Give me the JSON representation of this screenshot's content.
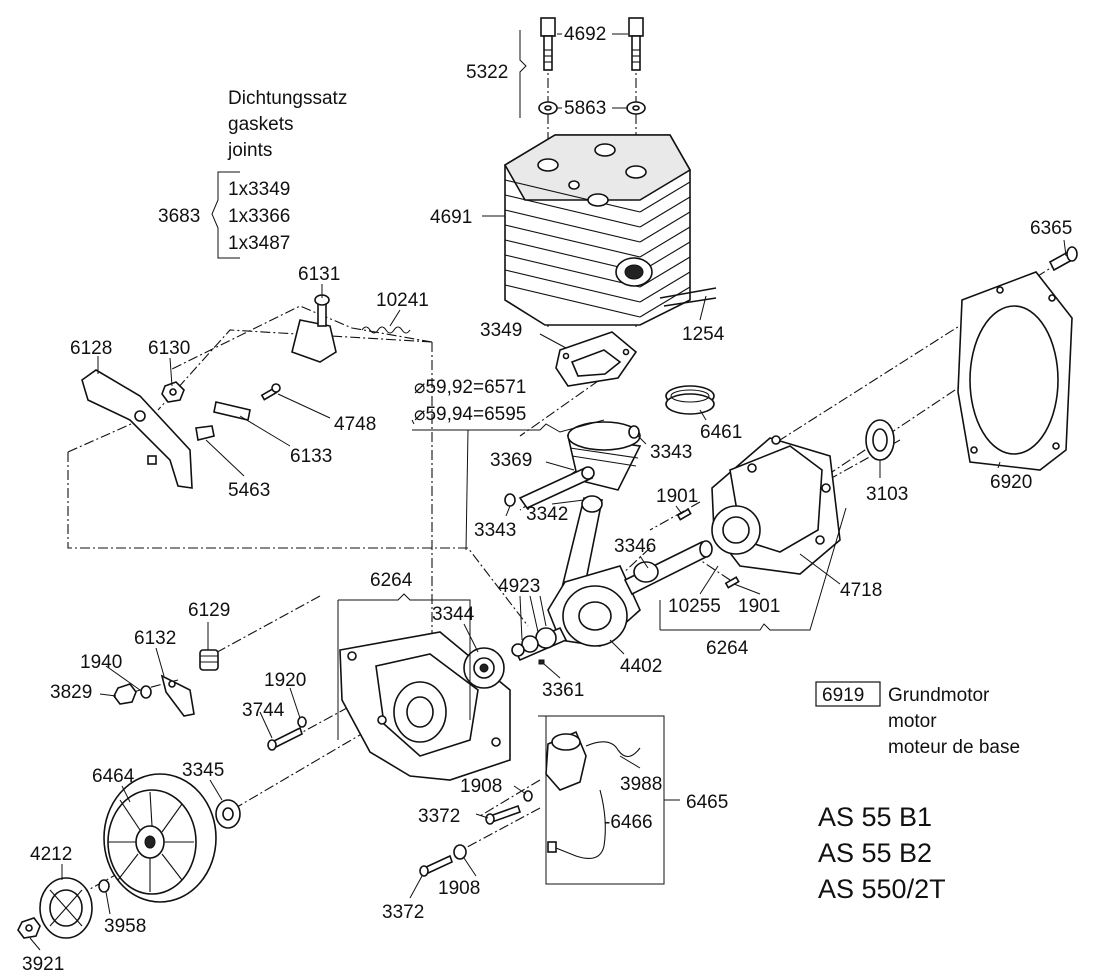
{
  "gasket_set": {
    "title_de": "Dichtungssatz",
    "title_en": "gaskets",
    "title_fr": "joints",
    "kit_number": "3683",
    "items": [
      "1x3349",
      "1x3366",
      "1x3487"
    ]
  },
  "piston_sizes": [
    "⌀59,92=6571",
    "⌀59,94=6595"
  ],
  "parts": {
    "p5322": "5322",
    "p4692": "4692",
    "p5863": "5863",
    "p4691": "4691",
    "p6365": "6365",
    "p1254": "1254",
    "p3349": "3349",
    "p6131": "6131",
    "p10241": "10241",
    "p6128": "6128",
    "p6130": "6130",
    "p4748": "4748",
    "p6133": "6133",
    "p5463": "5463",
    "p6461": "6461",
    "p3343a": "3343",
    "p3369": "3369",
    "p3343b": "3343",
    "p3342": "3342",
    "p1901a": "1901",
    "p3103": "3103",
    "p6920": "6920",
    "p3346": "3346",
    "p4718": "4718",
    "p10255": "10255",
    "p1901b": "1901",
    "p4923": "4923",
    "p6264a": "6264",
    "p6264b": "6264",
    "p3344": "3344",
    "p4402": "4402",
    "p3361": "3361",
    "p6129": "6129",
    "p6132": "6132",
    "p1940": "1940",
    "p3829": "3829",
    "p1920": "1920",
    "p3744": "3744",
    "p6464": "6464",
    "p3345": "3345",
    "p1908a": "1908",
    "p3988": "3988",
    "p3372a": "3372",
    "p6466": "-6466",
    "p6465": "6465",
    "p1908b": "1908",
    "p3372b": "3372",
    "p4212": "4212",
    "p3958": "3958",
    "p3921": "3921"
  },
  "base_engine": {
    "number": "6919",
    "name_de": "Grundmotor",
    "name_en": "motor",
    "name_fr": "moteur de base"
  },
  "models": [
    "AS 55 B1",
    "AS 55 B2",
    "AS 550/2T"
  ]
}
